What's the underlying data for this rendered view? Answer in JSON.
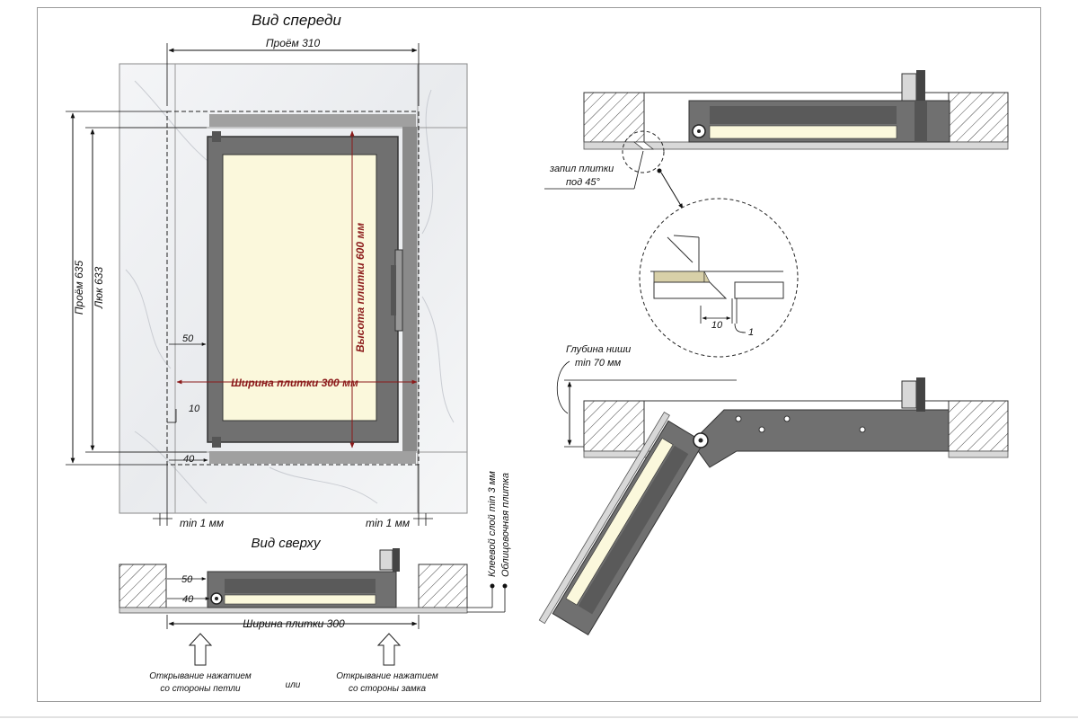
{
  "front_view": {
    "title": "Вид спереди",
    "opening_width": "Проём 310",
    "opening_height": "Проём 635",
    "hatch_height": "Люк 633",
    "tile_height": "Высота плитки 600 мм",
    "tile_width": "Ширина плитки 300 мм",
    "dim_50": "50",
    "dim_10": "10",
    "dim_40": "40",
    "min_gap_left": "min 1 мм",
    "min_gap_right": "min 1 мм"
  },
  "top_view": {
    "title": "Вид сверху",
    "dim_50": "50",
    "dim_40": "40",
    "tile_width": "Ширина плитки 300",
    "adhesive_layer": "Клеевой слой min 3 мм",
    "facing_tile": "Облицовочная плитка",
    "open_hinge_line1": "Открывание нажатием",
    "open_hinge_line2": "со стороны петли",
    "or": "или",
    "open_lock_line1": "Открывание нажатием",
    "open_lock_line2": "со стороны замка"
  },
  "section_closed": {
    "chamfer_line1": "запил плитки",
    "chamfer_line2": "под 45°"
  },
  "detail": {
    "dim_10": "10",
    "dim_1": "1"
  },
  "section_open": {
    "niche_line1": "Глубина ниши",
    "niche_line2": "min 70 мм"
  },
  "colors": {
    "frame_gray": "#707070",
    "panel_cream": "#fbf8dc",
    "dim_red": "#8b1a1a",
    "wall_hatch": "#444444"
  }
}
